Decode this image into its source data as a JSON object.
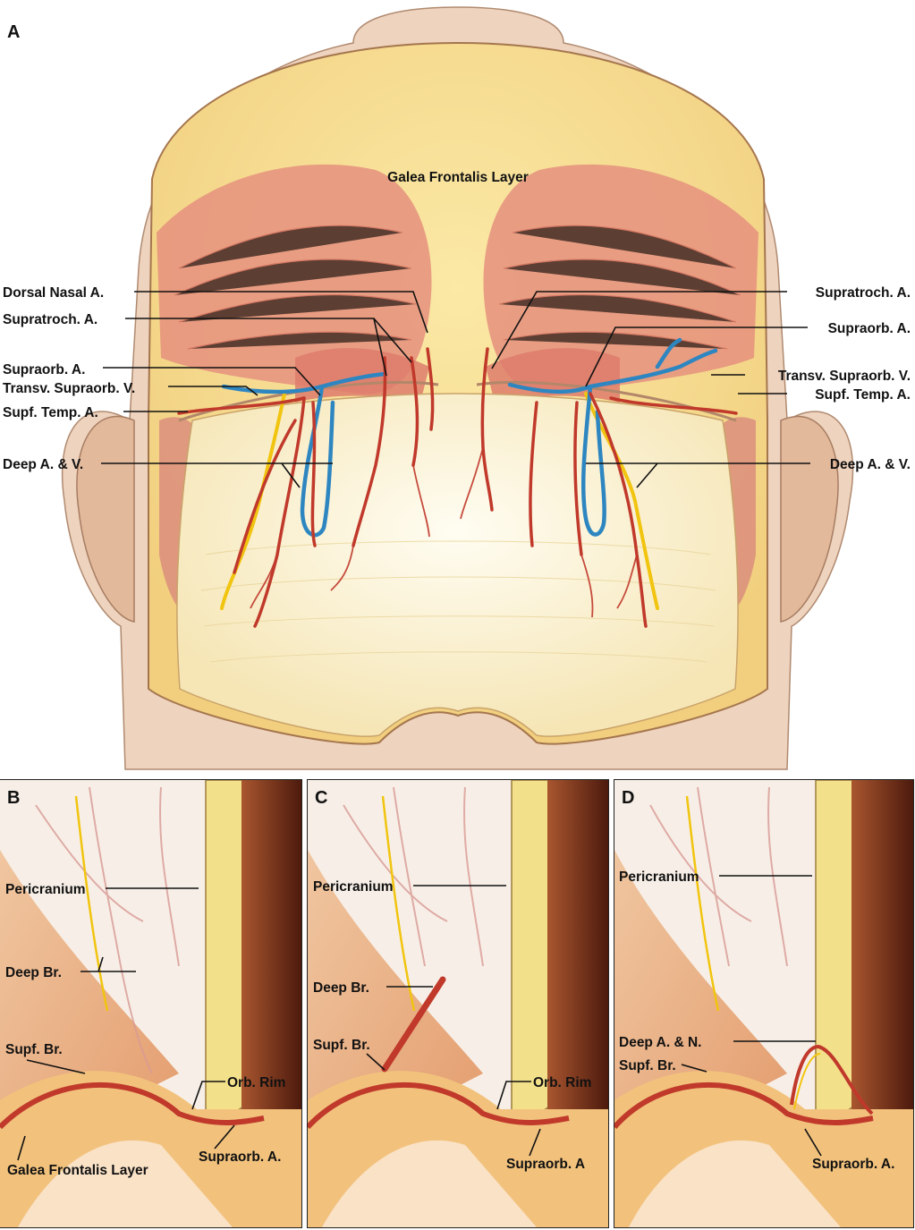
{
  "panel_a": {
    "letter": "A",
    "title": "Galea Frontalis Layer",
    "left_labels": [
      "Dorsal Nasal  A.",
      "Supratroch. A.",
      "Supraorb. A.",
      "Transv. Supraorb. V.",
      "Supf. Temp. A.",
      "Deep A. & V."
    ],
    "right_labels": [
      "Supratroch. A.",
      "Supraorb. A.",
      "Transv. Supraorb. V.",
      "Supf. Temp. A.",
      "Deep A. & V."
    ]
  },
  "panel_b": {
    "letter": "B",
    "labels": {
      "pericranium": "Pericranium",
      "deep_br": "Deep Br.",
      "supf_br": "Supf. Br.",
      "orb_rim": "Orb. Rim",
      "galea": "Galea Frontalis Layer",
      "supraorb": "Supraorb. A."
    }
  },
  "panel_c": {
    "letter": "C",
    "labels": {
      "pericranium": "Pericranium",
      "deep_br": "Deep Br.",
      "supf_br": "Supf. Br.",
      "orb_rim": "Orb. Rim",
      "supraorb": "Supraorb. A"
    }
  },
  "panel_d": {
    "letter": "D",
    "labels": {
      "pericranium": "Pericranium",
      "deep_an": "Deep A. & N.",
      "supf_br": "Supf. Br.",
      "supraorb": "Supraorb. A."
    }
  },
  "colors": {
    "artery": "#c0392b",
    "vein": "#2e86c1",
    "nerve": "#f1c40f",
    "galea": "#f5dc8c",
    "muscle": "#d9776b",
    "skin": "#e9c7ad",
    "pericranium": "#fbf3d7",
    "bone": "#f3e08a"
  }
}
